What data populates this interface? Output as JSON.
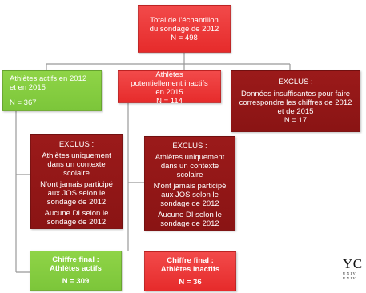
{
  "top": {
    "line1": "Total de l’échantillon",
    "line2": "du sondage de 2012",
    "line3": "N = 498"
  },
  "active": {
    "line1": "Athlètes actifs en 2012",
    "line2": "et en 2015",
    "line3": "N = 367"
  },
  "potential": {
    "line1": "Athlètes",
    "line2": "potentiellement inactifs",
    "line3": "en 2015",
    "line4": "N = 114"
  },
  "excluded_top": {
    "title": "EXCLUS :",
    "line1": "Données insuffisantes pour faire",
    "line2": "correspondre les chiffres de 2012",
    "line3": "et de 2015",
    "line4": "N = 17"
  },
  "excluded_left": {
    "title": "EXCLUS :",
    "items": [
      [
        "Athlètes uniquement",
        "dans un contexte",
        "scolaire"
      ],
      [
        "N’ont jamais participé",
        "aux JOS selon le",
        "sondage de 2012"
      ],
      [
        "Aucune DI selon le",
        "sondage de 2012"
      ]
    ]
  },
  "excluded_middle": {
    "title": "EXCLUS :",
    "items": [
      [
        "Athlètes uniquement",
        "dans un contexte",
        "scolaire"
      ],
      [
        "N’ont jamais participé",
        "aux JOS selon le",
        "sondage de 2012"
      ],
      [
        "Aucune DI selon le",
        "sondage de 2012"
      ]
    ]
  },
  "final_active": {
    "line1": "Chiffre final :",
    "line2": "Athlètes actifs",
    "line3": "N = 309"
  },
  "final_inactive": {
    "line1": "Chiffre final :",
    "line2": "Athlètes inactifs",
    "line3": "N = 36"
  },
  "logo": {
    "big": "YC",
    "small1": "UNIV",
    "small2": "UNIV"
  },
  "colors": {
    "green": "#7cc63a",
    "red": "#e62b2b",
    "dark_red": "#8a1414",
    "connector": "#999999"
  }
}
